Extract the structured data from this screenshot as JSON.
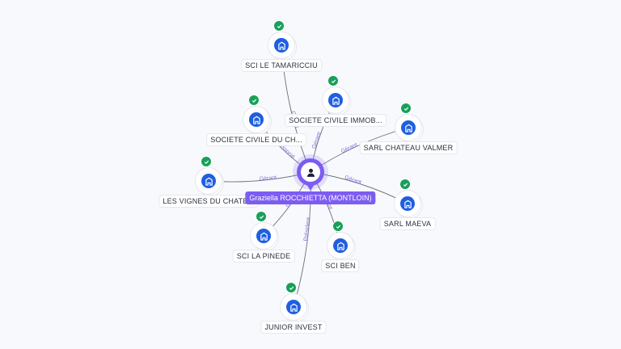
{
  "center": {
    "name": "Graziella ROCCHIETTA (MONTLOIN)",
    "icon": "person-icon"
  },
  "companies": [
    {
      "id": "sci-le-tamaricciu",
      "label": "SCI LE TAMARICCIU",
      "relation": "Gérant",
      "icon": "building-icon",
      "verified": true
    },
    {
      "id": "societe-civile-immob",
      "label": "SOCIETE CIVILE IMMOB...",
      "relation": "Gérant",
      "icon": "building-icon",
      "verified": true
    },
    {
      "id": "societe-civile-du-ch",
      "label": "SOCIETE CIVILE DU CH...",
      "relation": "Associé",
      "icon": "building-icon",
      "verified": true
    },
    {
      "id": "sarl-chateau-valmer",
      "label": "SARL CHATEAU VALMER",
      "relation": "Gérant",
      "icon": "building-icon",
      "verified": true
    },
    {
      "id": "les-vignes-du-chate",
      "label": "LES VIGNES DU CHATE...",
      "relation": "Gérant",
      "icon": "building-icon",
      "verified": true
    },
    {
      "id": "sarl-maeva",
      "label": "SARL MAEVA",
      "relation": "Gérant",
      "icon": "building-icon",
      "verified": true
    },
    {
      "id": "sci-la-pinede",
      "label": "SCI LA PINEDE",
      "relation": "Gérant",
      "icon": "building-icon",
      "verified": true
    },
    {
      "id": "sci-ben",
      "label": "SCI BEN",
      "relation": "Gérant",
      "icon": "building-icon",
      "verified": true
    },
    {
      "id": "junior-invest",
      "label": "JUNIOR INVEST",
      "relation": "Président",
      "icon": "building-icon",
      "verified": true
    }
  ],
  "colors": {
    "person": "#7c5cf2",
    "company": "#1f5fe0",
    "verified": "#18a058",
    "edge": "#6b6f80",
    "edge_label": "#7c6fd6"
  }
}
